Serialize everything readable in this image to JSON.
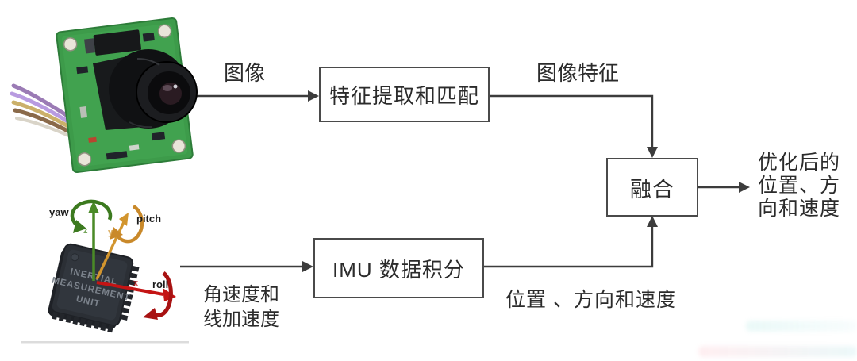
{
  "nodes": {
    "feature_extraction": {
      "label": "特征提取和匹配"
    },
    "imu_integration": {
      "label": "IMU 数据积分"
    },
    "fusion": {
      "label": "融合"
    }
  },
  "edge_labels": {
    "image": "图像",
    "image_features": "图像特征",
    "angular_velocity_line1": "角速度和",
    "angular_velocity_line2": "线加速度",
    "pose_velocity": "位置 、方向和速度",
    "optimized_line1": "优化后的",
    "optimized_line2": "位置、方",
    "optimized_line3": "向和速度"
  },
  "imu_photo": {
    "yaw_label": "yaw",
    "pitch_label": "pitch",
    "roll_label": "roll",
    "x_label": "x",
    "y_label": "y",
    "z_label": "z",
    "chip_line1": "INERTIAL",
    "chip_line2": "MEASUREMENT",
    "chip_line3": "UNIT"
  },
  "colors": {
    "flow_line": "#3c3c3c",
    "box_border": "#4a4a4a",
    "text": "#2b2b2b",
    "yaw_green": "#4a8a27",
    "pitch_orange": "#d2952e",
    "roll_red": "#c41414",
    "pcb_green": "#3d9b4a"
  }
}
